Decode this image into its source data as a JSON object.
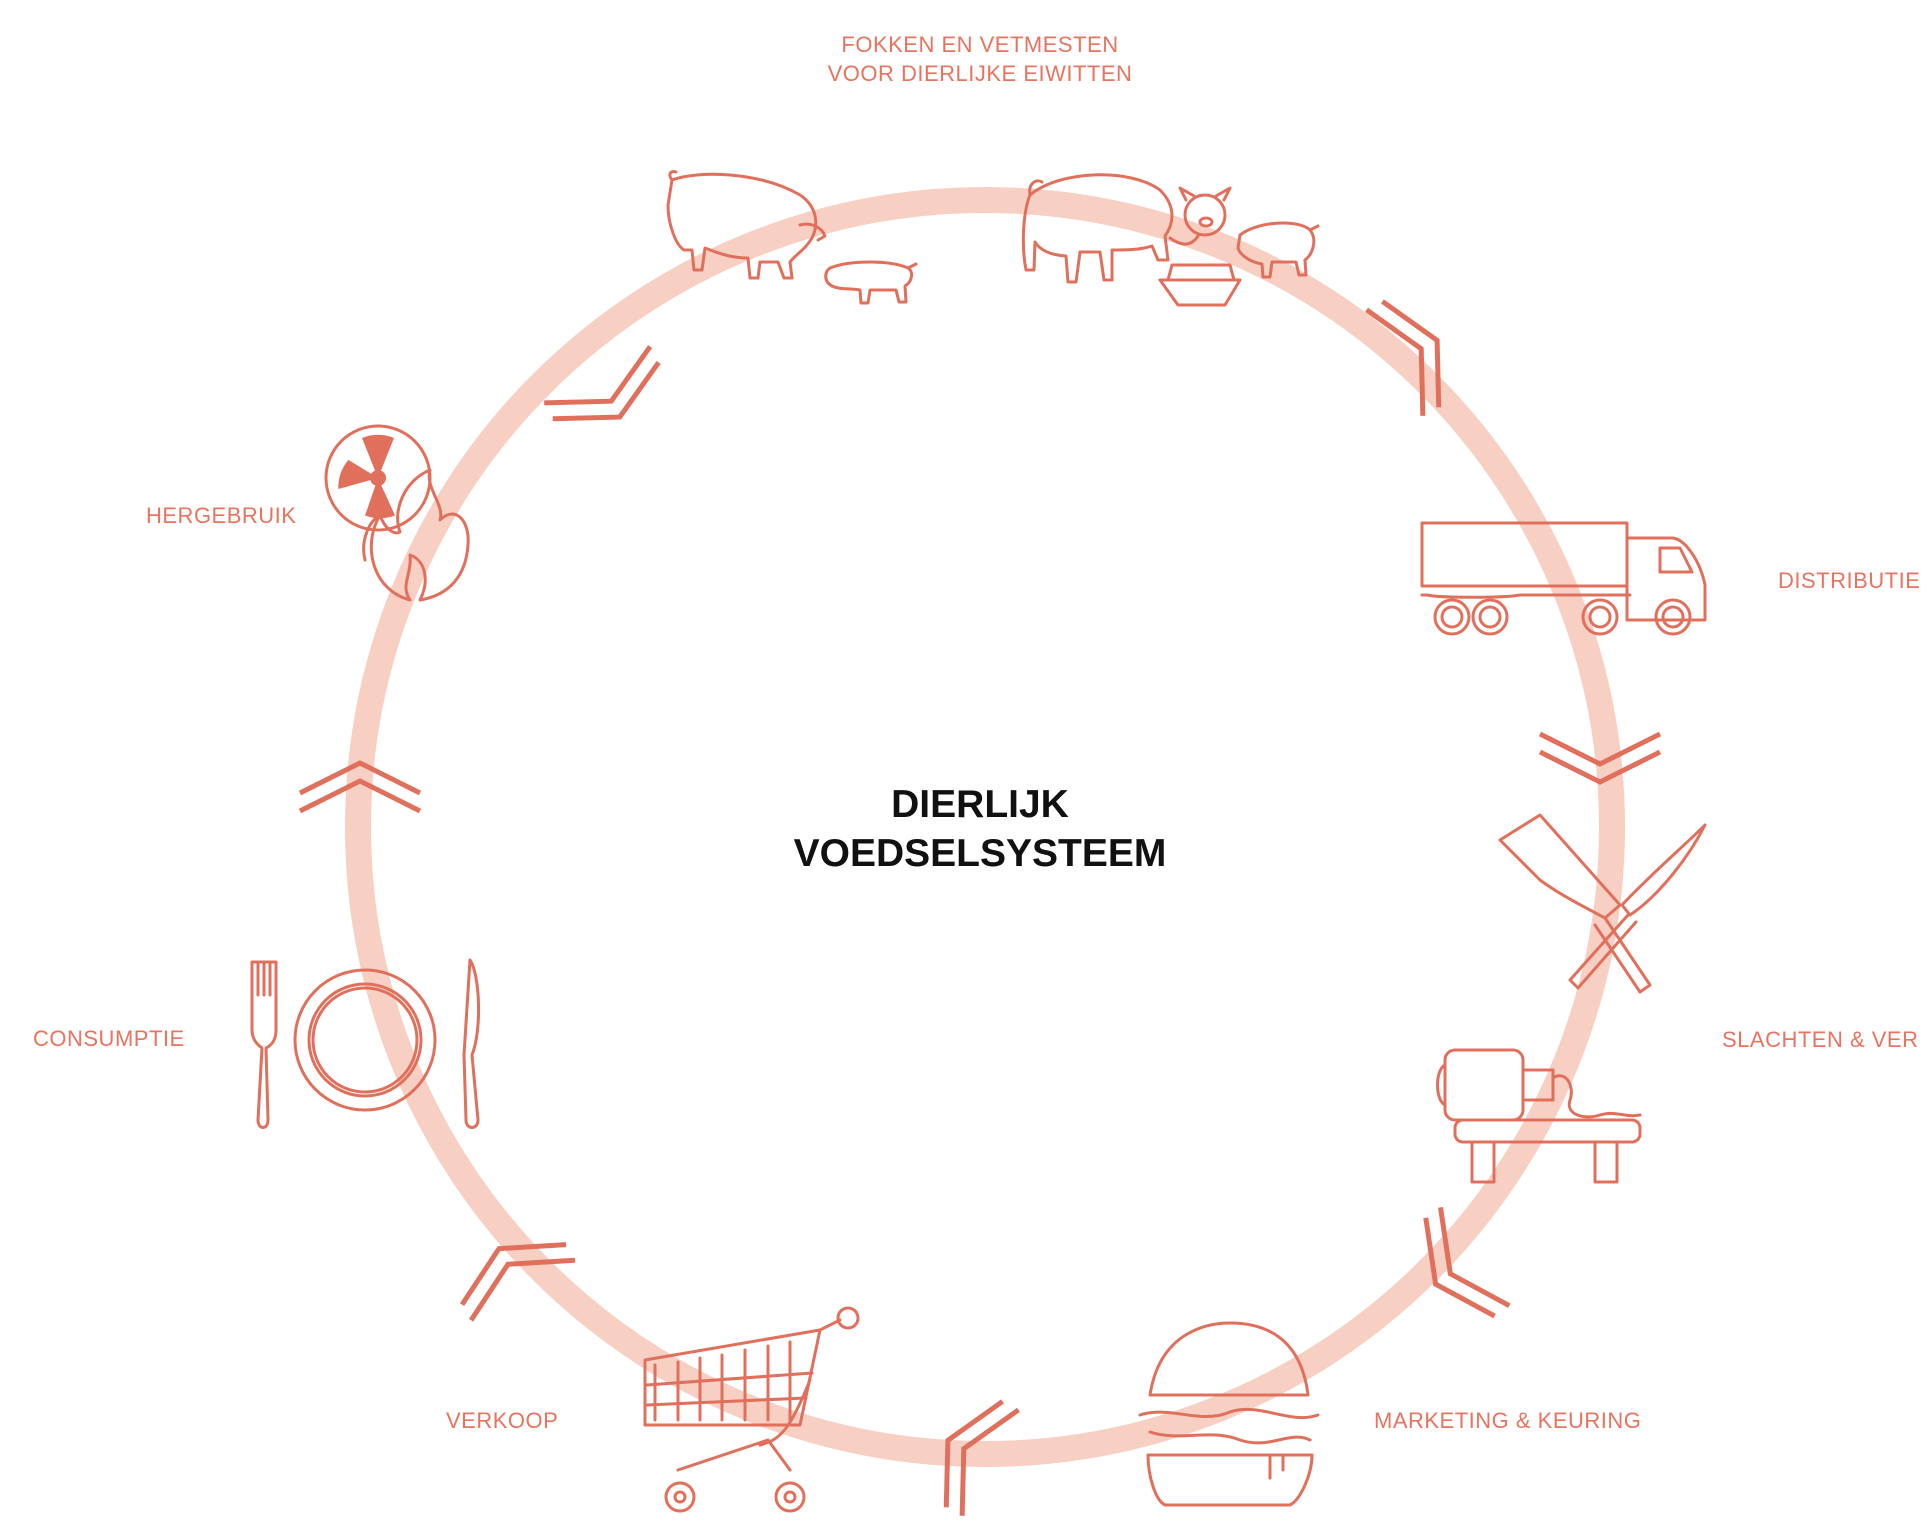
{
  "diagram": {
    "title_line1": "DIERLIJK",
    "title_line2": "VOEDSELSYSTEEM",
    "accent_color": "#e8735f",
    "ring_color": "#f7cfc3",
    "stages": [
      {
        "label_line1": "FOKKEN EN VETMESTEN",
        "label_line2": "VOOR DIERLIJKE EIWITTEN",
        "icon": "pigs-icon"
      },
      {
        "label": "DISTRIBUTIE",
        "icon": "truck-icon"
      },
      {
        "label": "SLACHTEN & VER",
        "icon": "cleaver-knife-icon"
      },
      {
        "label": "MARKETING & KEURING",
        "icon": "burger-icon"
      },
      {
        "label": "VERKOOP",
        "icon": "shopping-cart-icon"
      },
      {
        "label": "CONSUMPTIE",
        "icon": "plate-cutlery-icon"
      },
      {
        "label": "HERGEBRUIK",
        "icon": "radiation-fire-icon"
      }
    ]
  }
}
